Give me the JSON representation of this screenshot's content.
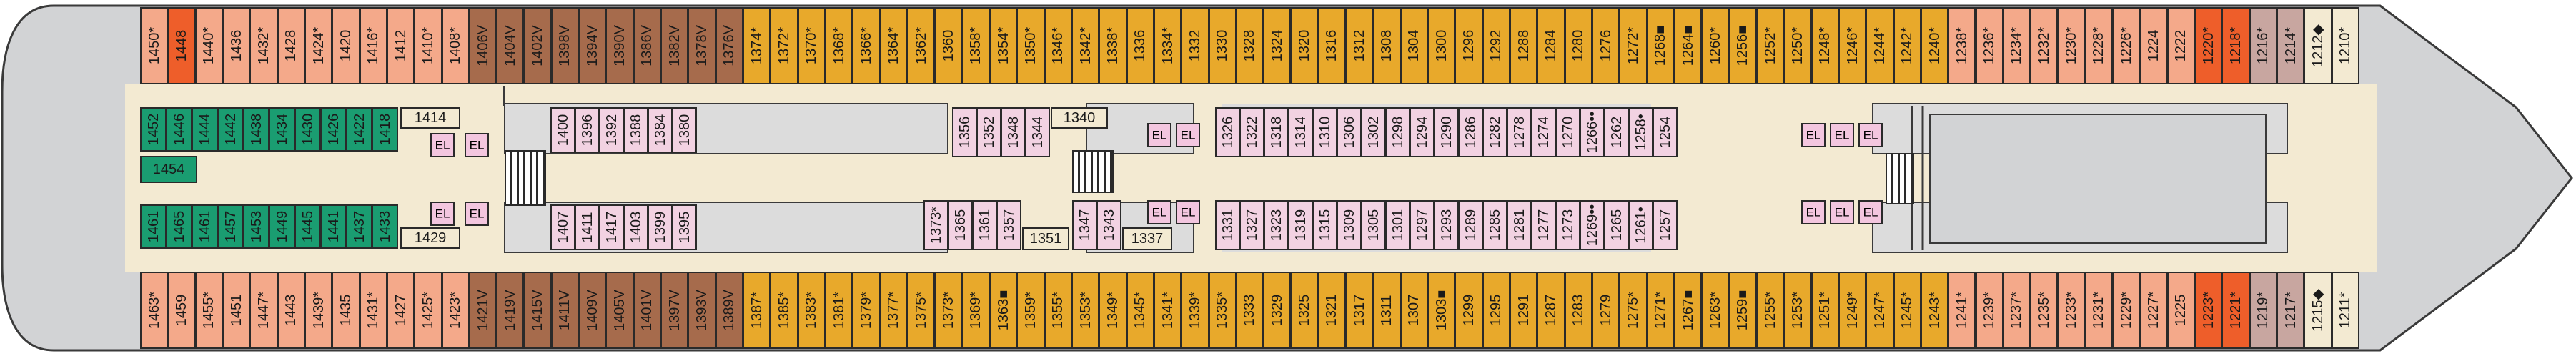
{
  "colors": {
    "hull": "#d2d3d5",
    "hull_outline": "#3a3a3a",
    "corridor": "#f3ead2",
    "interior_room": "#dcdcdc",
    "elevator": "#f3c6df",
    "inside_cabin": "#f2d2e2",
    "categories": {
      "salmon": "#f4a98a",
      "orange_red": "#ee5e2a",
      "mauve": "#c8a6a0",
      "brown": "#a66b4c",
      "gold": "#e8a92b",
      "green": "#1a9d71",
      "inside": "#f2d2e2",
      "pale": "#f3ead2"
    }
  },
  "symbols": {
    "star": "*",
    "square": "■",
    "diamond": "◆",
    "dot": "•",
    "triangle": "▲",
    "dots": "••",
    "accessible": "♥"
  },
  "elevator_label": "EL",
  "rows": {
    "top_outer": [
      {
        "label": "1450*",
        "cat": "salmon"
      },
      {
        "label": "1448",
        "cat": "orange_red",
        "icon": "bed-icon"
      },
      {
        "label": "1440*",
        "cat": "salmon"
      },
      {
        "label": "1436",
        "cat": "salmon"
      },
      {
        "label": "1432*",
        "cat": "salmon"
      },
      {
        "label": "1428",
        "cat": "salmon"
      },
      {
        "label": "1424*",
        "cat": "salmon"
      },
      {
        "label": "1420",
        "cat": "salmon"
      },
      {
        "label": "1416*",
        "cat": "salmon"
      },
      {
        "label": "1412",
        "cat": "salmon"
      },
      {
        "label": "1410*",
        "cat": "salmon"
      },
      {
        "label": "1408*",
        "cat": "salmon"
      },
      {
        "label": "1406V",
        "cat": "brown"
      },
      {
        "label": "1404V",
        "cat": "brown"
      },
      {
        "label": "1402V",
        "cat": "brown"
      },
      {
        "label": "1398V",
        "cat": "brown"
      },
      {
        "label": "1394V",
        "cat": "brown"
      },
      {
        "label": "1390V",
        "cat": "brown"
      },
      {
        "label": "1386V",
        "cat": "brown"
      },
      {
        "label": "1382V",
        "cat": "brown"
      },
      {
        "label": "1378V",
        "cat": "brown"
      },
      {
        "label": "1376V",
        "cat": "brown"
      },
      {
        "label": "1374*",
        "cat": "gold"
      },
      {
        "label": "1372*",
        "cat": "gold"
      },
      {
        "label": "1370*",
        "cat": "gold"
      },
      {
        "label": "1368*",
        "cat": "gold"
      },
      {
        "label": "1366*",
        "cat": "gold"
      },
      {
        "label": "1364*",
        "cat": "gold"
      },
      {
        "label": "1362*",
        "cat": "gold"
      },
      {
        "label": "1360",
        "cat": "gold"
      },
      {
        "label": "1358*",
        "cat": "gold"
      },
      {
        "label": "1354*",
        "cat": "gold"
      },
      {
        "label": "1350*",
        "cat": "gold"
      },
      {
        "label": "1346*",
        "cat": "gold"
      },
      {
        "label": "1342*",
        "cat": "gold"
      },
      {
        "label": "1338*",
        "cat": "gold"
      },
      {
        "label": "1336",
        "cat": "gold"
      },
      {
        "label": "1334*",
        "cat": "gold"
      },
      {
        "label": "1332",
        "cat": "gold"
      },
      {
        "label": "1330",
        "cat": "gold"
      },
      {
        "label": "1328",
        "cat": "gold"
      },
      {
        "label": "1324",
        "cat": "gold"
      },
      {
        "label": "1320",
        "cat": "gold"
      },
      {
        "label": "1316",
        "cat": "gold"
      },
      {
        "label": "1312",
        "cat": "gold"
      },
      {
        "label": "1308",
        "cat": "gold"
      },
      {
        "label": "1304",
        "cat": "gold"
      },
      {
        "label": "1300",
        "cat": "gold"
      },
      {
        "label": "1296",
        "cat": "gold"
      },
      {
        "label": "1292",
        "cat": "gold"
      },
      {
        "label": "1288",
        "cat": "gold"
      },
      {
        "label": "1284",
        "cat": "gold"
      },
      {
        "label": "1280",
        "cat": "gold"
      },
      {
        "label": "1276",
        "cat": "gold"
      },
      {
        "label": "1272*",
        "cat": "gold"
      },
      {
        "label": "1268■",
        "cat": "gold"
      },
      {
        "label": "1264■",
        "cat": "gold"
      },
      {
        "label": "1260*",
        "cat": "gold"
      },
      {
        "label": "1256■",
        "cat": "gold"
      },
      {
        "label": "1252*",
        "cat": "gold"
      },
      {
        "label": "1250*",
        "cat": "gold"
      },
      {
        "label": "1248*",
        "cat": "gold"
      },
      {
        "label": "1246*",
        "cat": "gold"
      },
      {
        "label": "1244*",
        "cat": "gold"
      },
      {
        "label": "1242*",
        "cat": "gold"
      },
      {
        "label": "1240*",
        "cat": "gold"
      },
      {
        "label": "1238*",
        "cat": "salmon"
      },
      {
        "label": "1236*",
        "cat": "salmon"
      },
      {
        "label": "1234*",
        "cat": "salmon"
      },
      {
        "label": "1232*",
        "cat": "salmon"
      },
      {
        "label": "1230*",
        "cat": "salmon"
      },
      {
        "label": "1228*",
        "cat": "salmon"
      },
      {
        "label": "1226*",
        "cat": "salmon"
      },
      {
        "label": "1224",
        "cat": "salmon"
      },
      {
        "label": "1222",
        "cat": "salmon"
      },
      {
        "label": "1220*",
        "cat": "orange_red"
      },
      {
        "label": "1218*",
        "cat": "orange_red"
      },
      {
        "label": "1216*",
        "cat": "mauve"
      },
      {
        "label": "1214*",
        "cat": "mauve"
      },
      {
        "label": "1212◆",
        "cat": "pale"
      },
      {
        "label": "1210*",
        "cat": "pale"
      }
    ],
    "bottom_outer": [
      {
        "label": "1463*",
        "cat": "salmon"
      },
      {
        "label": "1459",
        "cat": "salmon"
      },
      {
        "label": "1455*",
        "cat": "salmon"
      },
      {
        "label": "1451",
        "cat": "salmon"
      },
      {
        "label": "1447*",
        "cat": "salmon"
      },
      {
        "label": "1443",
        "cat": "salmon"
      },
      {
        "label": "1439*",
        "cat": "salmon"
      },
      {
        "label": "1435",
        "cat": "salmon"
      },
      {
        "label": "1431*",
        "cat": "salmon"
      },
      {
        "label": "1427",
        "cat": "salmon"
      },
      {
        "label": "1425*",
        "cat": "salmon"
      },
      {
        "label": "1423*",
        "cat": "salmon"
      },
      {
        "label": "1421V",
        "cat": "brown"
      },
      {
        "label": "1419V",
        "cat": "brown"
      },
      {
        "label": "1415V",
        "cat": "brown"
      },
      {
        "label": "1411V",
        "cat": "brown"
      },
      {
        "label": "1409V",
        "cat": "brown"
      },
      {
        "label": "1405V",
        "cat": "brown"
      },
      {
        "label": "1401V",
        "cat": "brown"
      },
      {
        "label": "1397V",
        "cat": "brown"
      },
      {
        "label": "1393V",
        "cat": "brown"
      },
      {
        "label": "1389V",
        "cat": "brown"
      },
      {
        "label": "1387*",
        "cat": "gold"
      },
      {
        "label": "1385*",
        "cat": "gold"
      },
      {
        "label": "1383*",
        "cat": "gold"
      },
      {
        "label": "1381*",
        "cat": "gold"
      },
      {
        "label": "1379*",
        "cat": "gold"
      },
      {
        "label": "1377*",
        "cat": "gold"
      },
      {
        "label": "1375*",
        "cat": "gold"
      },
      {
        "label": "1373*",
        "cat": "gold"
      },
      {
        "label": "1369*",
        "cat": "gold"
      },
      {
        "label": "1363■",
        "cat": "gold"
      },
      {
        "label": "1359*",
        "cat": "gold"
      },
      {
        "label": "1355*",
        "cat": "gold"
      },
      {
        "label": "1353*",
        "cat": "gold"
      },
      {
        "label": "1349*",
        "cat": "gold"
      },
      {
        "label": "1345*",
        "cat": "gold"
      },
      {
        "label": "1341*",
        "cat": "gold"
      },
      {
        "label": "1339*",
        "cat": "gold"
      },
      {
        "label": "1335*",
        "cat": "gold"
      },
      {
        "label": "1333",
        "cat": "gold"
      },
      {
        "label": "1329",
        "cat": "gold"
      },
      {
        "label": "1325",
        "cat": "gold"
      },
      {
        "label": "1321",
        "cat": "gold"
      },
      {
        "label": "1317",
        "cat": "gold"
      },
      {
        "label": "1311",
        "cat": "gold"
      },
      {
        "label": "1307",
        "cat": "gold"
      },
      {
        "label": "1303■",
        "cat": "gold"
      },
      {
        "label": "1299",
        "cat": "gold"
      },
      {
        "label": "1295",
        "cat": "gold"
      },
      {
        "label": "1291",
        "cat": "gold"
      },
      {
        "label": "1287",
        "cat": "gold"
      },
      {
        "label": "1283",
        "cat": "gold"
      },
      {
        "label": "1279",
        "cat": "gold"
      },
      {
        "label": "1275*",
        "cat": "gold"
      },
      {
        "label": "1271*",
        "cat": "gold"
      },
      {
        "label": "1267■",
        "cat": "gold"
      },
      {
        "label": "1263*",
        "cat": "gold"
      },
      {
        "label": "1259■",
        "cat": "gold"
      },
      {
        "label": "1255*",
        "cat": "gold"
      },
      {
        "label": "1253*",
        "cat": "gold"
      },
      {
        "label": "1251*",
        "cat": "gold"
      },
      {
        "label": "1249*",
        "cat": "gold"
      },
      {
        "label": "1247*",
        "cat": "gold"
      },
      {
        "label": "1245*",
        "cat": "gold"
      },
      {
        "label": "1243*",
        "cat": "gold"
      },
      {
        "label": "1241*",
        "cat": "salmon"
      },
      {
        "label": "1239*",
        "cat": "salmon"
      },
      {
        "label": "1237*",
        "cat": "salmon"
      },
      {
        "label": "1235*",
        "cat": "salmon"
      },
      {
        "label": "1233*",
        "cat": "salmon"
      },
      {
        "label": "1231*",
        "cat": "salmon"
      },
      {
        "label": "1229*",
        "cat": "salmon"
      },
      {
        "label": "1227*",
        "cat": "salmon"
      },
      {
        "label": "1225",
        "cat": "salmon"
      },
      {
        "label": "1223*",
        "cat": "orange_red"
      },
      {
        "label": "1221*",
        "cat": "orange_red"
      },
      {
        "label": "1219*",
        "cat": "mauve"
      },
      {
        "label": "1217*",
        "cat": "mauve"
      },
      {
        "label": "1215◆",
        "cat": "pale"
      },
      {
        "label": "1211*",
        "cat": "pale"
      }
    ],
    "green_top": [
      "1452",
      "1446",
      "1444",
      "1442",
      "1438",
      "1434",
      "1430",
      "1426",
      "1422",
      "1418"
    ],
    "green_mid": "1454",
    "green_bottom": [
      "1461",
      "1465",
      "1461",
      "1457",
      "1453",
      "1449",
      "1445",
      "1441",
      "1437",
      "1433"
    ],
    "aft_top_special": "1414",
    "aft_bottom_special": "1429",
    "block1_top": [
      "1400",
      "1396",
      "1392",
      "1388",
      "1384",
      "1380"
    ],
    "block1_bottom": [
      "1407",
      "1411",
      "1417",
      "1403",
      "1399",
      "1395"
    ],
    "mid_top": [
      "1356",
      "1352",
      "1348",
      "1344"
    ],
    "mid_top_special": "1340",
    "mid_bottom": [
      "1373*",
      "1365",
      "1361",
      "1357"
    ],
    "mid_bottom_special": "1351",
    "mid_bottom_pair": [
      "1347",
      "1343"
    ],
    "mid_bottom_special2": "1337",
    "block2_top": [
      "1326",
      "1322",
      "1318",
      "1314",
      "1310",
      "1306",
      "1302",
      "1298",
      "1294",
      "1290",
      "1286",
      "1282",
      "1278",
      "1274",
      "1270",
      "1266••",
      "1262",
      "1258•",
      "1254"
    ],
    "block2_bottom": [
      "1331",
      "1327",
      "1323",
      "1319",
      "1315",
      "1309",
      "1305",
      "1301",
      "1297",
      "1293",
      "1289",
      "1285",
      "1281",
      "1277",
      "1273",
      "1269••",
      "1265",
      "1261•",
      "1257"
    ]
  }
}
